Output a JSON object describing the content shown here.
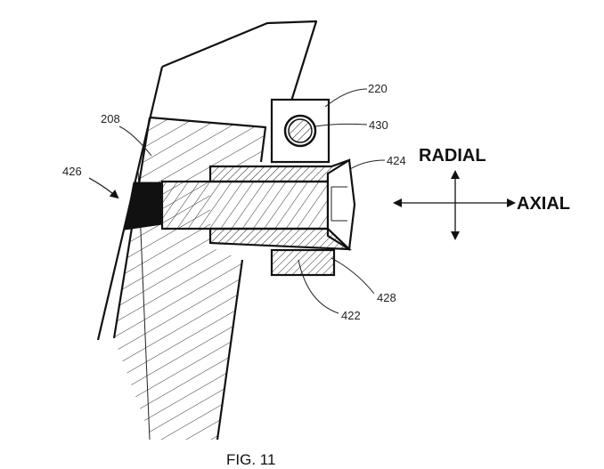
{
  "figure": {
    "caption": "FIG. 11"
  },
  "labels": {
    "ref_208": "208",
    "ref_220": "220",
    "ref_430": "430",
    "ref_424": "424",
    "ref_426": "426",
    "ref_428": "428",
    "ref_422": "422"
  },
  "directions": {
    "radial": "RADIAL",
    "axial": "AXIAL"
  }
}
